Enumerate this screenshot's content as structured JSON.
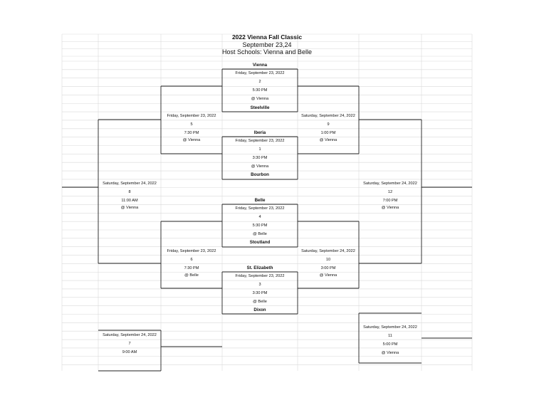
{
  "header": {
    "title": "2022 Vienna Fall Classic",
    "dates": "September 23,24",
    "hosts": "Host Schools: Vienna and Belle"
  },
  "teams": [
    "Vienna",
    "Steelville",
    "Iberia",
    "Bourbon",
    "Belle",
    "Stoutland",
    "St. Elizabeth",
    "Dixon"
  ],
  "games": [
    {
      "date": "Friday, September 23, 2022",
      "number": "2",
      "time": "5:30 PM",
      "site": "@ Vienna"
    },
    {
      "date": "Friday, September 23, 2022",
      "number": "1",
      "time": "3:30 PM",
      "site": "@ Vienna"
    },
    {
      "date": "Friday, September 23, 2022",
      "number": "4",
      "time": "5:30 PM",
      "site": "@ Belle"
    },
    {
      "date": "Friday, September 23, 2022",
      "number": "3",
      "time": "3:30 PM",
      "site": "@ Belle"
    },
    {
      "date": "Friday, September 23, 2022",
      "number": "5",
      "time": "7:30 PM",
      "site": "@ Vienna"
    },
    {
      "date": "Friday, September 23, 2022",
      "number": "6",
      "time": "7:30 PM",
      "site": "@ Belle"
    },
    {
      "date": "Saturday, September 24, 2022",
      "number": "8",
      "time": "11:00 AM",
      "site": "@ Vienna"
    },
    {
      "date": "Saturday, September 24, 2022",
      "number": "7",
      "time": "9:00 AM",
      "site": ""
    },
    {
      "date": "Saturday, September 24, 2022",
      "number": "9",
      "time": "1:00 PM",
      "site": "@ Vienna"
    },
    {
      "date": "Saturday, September 24, 2022",
      "number": "10",
      "time": "3:00 PM",
      "site": "@ Vienna"
    },
    {
      "date": "Saturday, September 24, 2022",
      "number": "12",
      "time": "7:00 PM",
      "site": "@ Vienna"
    },
    {
      "date": "Saturday, September 24, 2022",
      "number": "11",
      "time": "5:00 PM",
      "site": "@ Vienna"
    }
  ],
  "colors": {
    "grid": "#d9d9d9",
    "bracket": "#222222",
    "text": "#111111"
  }
}
